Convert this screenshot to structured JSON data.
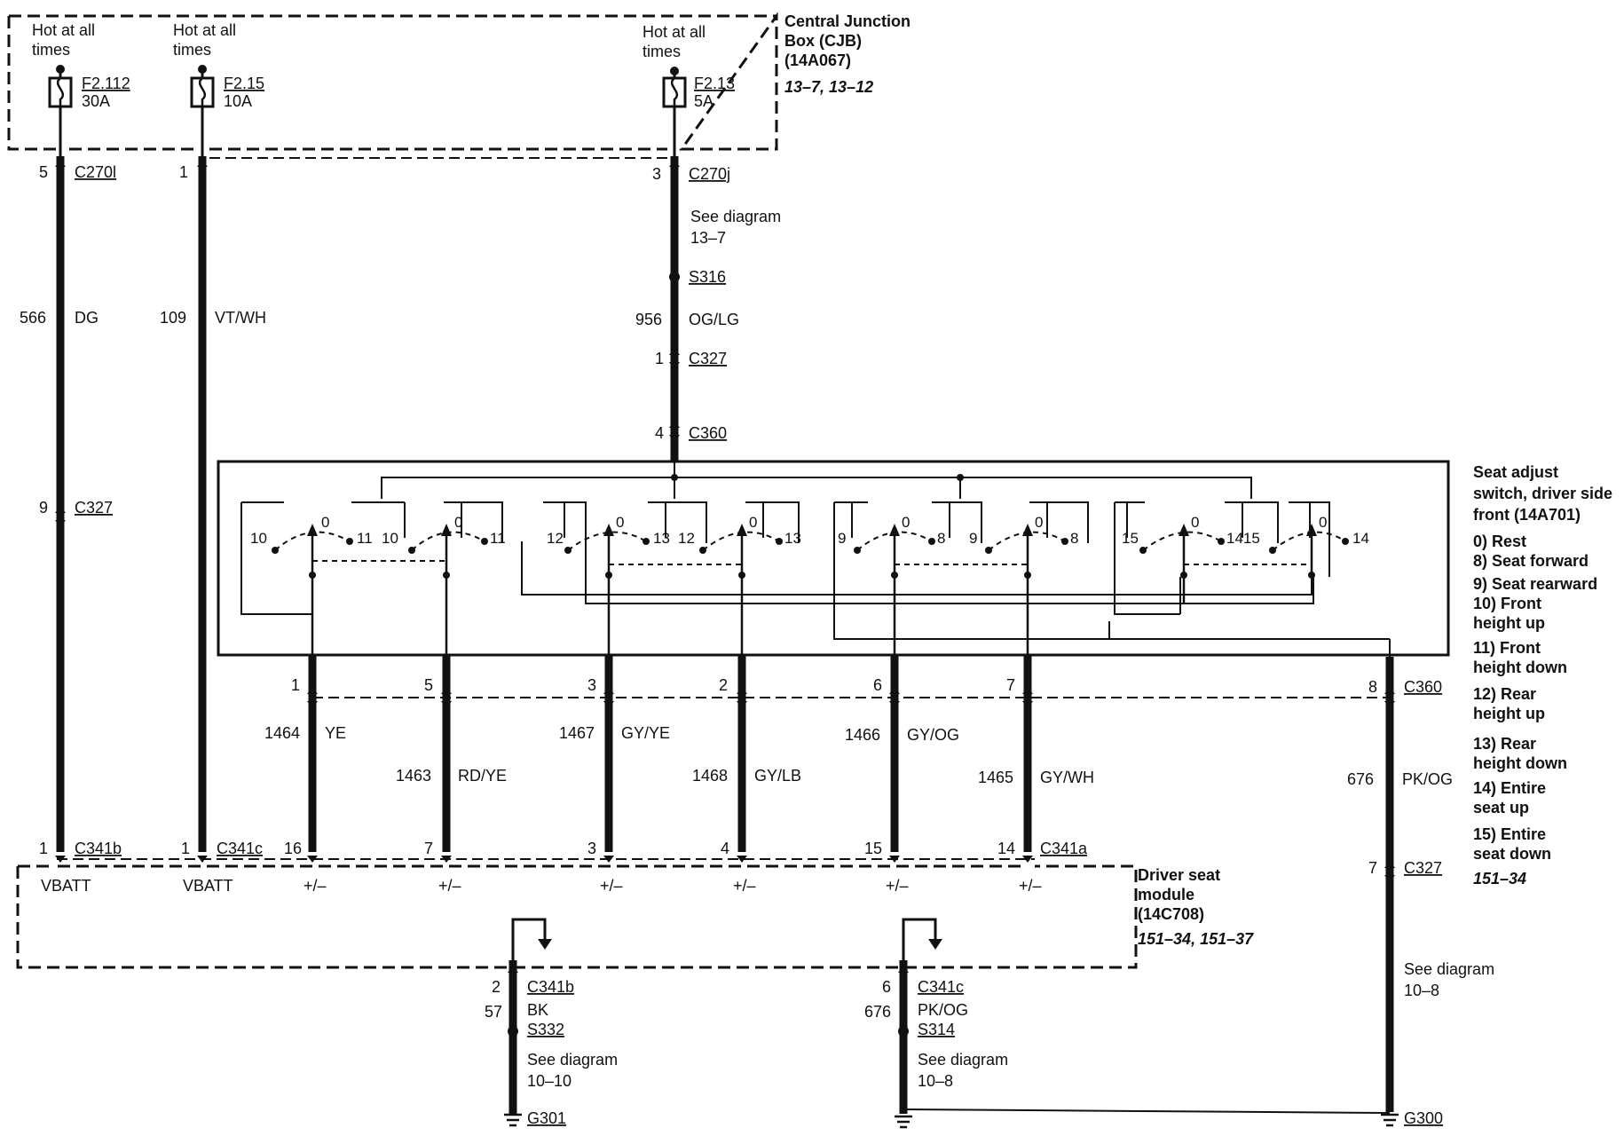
{
  "cjb": {
    "title1": "Central Junction",
    "title2": "Box (CJB)",
    "part": "(14A067)",
    "ref": "13–7, 13–12",
    "hot1a": "Hot at all",
    "hot1b": "times",
    "hot2a": "Hot at all",
    "hot2b": "times",
    "hot3a": "Hot at all",
    "hot3b": "times",
    "f1_id": "F2.112",
    "f1_amp": "30A",
    "f2_id": "F2.15",
    "f2_amp": "10A",
    "f3_id": "F2.13",
    "f3_amp": "5A"
  },
  "upper": {
    "w1_pin_top": "5",
    "w1_conn_top": "C270l",
    "w1_circuit": "566",
    "w1_color": "DG",
    "w1_pin_mid": "9",
    "w1_conn_mid": "C327",
    "w2_pin_top": "1",
    "w2_circuit": "109",
    "w2_color": "VT/WH",
    "w3_pin_top": "3",
    "w3_conn_top": "C270j",
    "w3_see": "See diagram",
    "w3_see_ref": "13–7",
    "w3_splice": "S316",
    "w3_circuit": "956",
    "w3_color": "OG/LG",
    "w3_pin_c327": "1",
    "w3_conn_c327": "C327",
    "w3_pin_c360": "4",
    "w3_conn_c360": "C360"
  },
  "switch": {
    "title1": "Seat adjust",
    "title2": "switch, driver side",
    "title3": "front (14A701)",
    "legend": [
      "0) Rest",
      "8) Seat forward",
      "9) Seat rearward",
      "10) Front",
      "height up",
      "11) Front",
      "height down",
      "12) Rear",
      "height up",
      "13) Rear",
      "height down",
      "14) Entire",
      "seat up",
      "15) Entire",
      "seat down"
    ],
    "legend_ref": "151–34",
    "pos": [
      "10",
      "0",
      "11",
      "10",
      "0",
      "11",
      "12",
      "0",
      "13",
      "12",
      "0",
      "13",
      "9",
      "0",
      "8",
      "9",
      "0",
      "8",
      "15",
      "0",
      "1415",
      "0",
      "14"
    ]
  },
  "c360": {
    "pins": [
      "1",
      "5",
      "3",
      "2",
      "6",
      "7",
      "8"
    ],
    "conn": "C360"
  },
  "wires": {
    "w1464": "1464",
    "c1464": "YE",
    "w1463": "1463",
    "c1463": "RD/YE",
    "w1467": "1467",
    "c1467": "GY/YE",
    "w1468": "1468",
    "c1468": "GY/LB",
    "w1466": "1466",
    "c1466": "GY/OG",
    "w1465": "1465",
    "c1465": "GY/WH",
    "w676": "676",
    "c676": "PK/OG"
  },
  "module": {
    "pin_vbatt1": "1",
    "conn_vbatt1": "C341b",
    "pin_vbatt2": "1",
    "conn_vbatt2": "C341c",
    "pins": [
      "16",
      "7",
      "3",
      "4",
      "15",
      "14"
    ],
    "conn_a": "C341a",
    "vbatt": "VBATT",
    "pm": "+/–",
    "title1": "Driver seat",
    "title2": "module",
    "part": "(14C708)",
    "ref": "151–34, 151–37"
  },
  "right": {
    "pin": "7",
    "conn": "C327",
    "see": "See diagram",
    "see_ref": "10–8",
    "ground": "G300"
  },
  "gnd1": {
    "pin": "2",
    "conn": "C341b",
    "circuit": "57",
    "color": "BK",
    "splice": "S332",
    "see": "See diagram",
    "see_ref": "10–10",
    "ground": "G301"
  },
  "gnd2": {
    "pin": "6",
    "conn": "C341c",
    "circuit": "676",
    "color": "PK/OG",
    "splice": "S314",
    "see": "See diagram",
    "see_ref": "10–8"
  }
}
